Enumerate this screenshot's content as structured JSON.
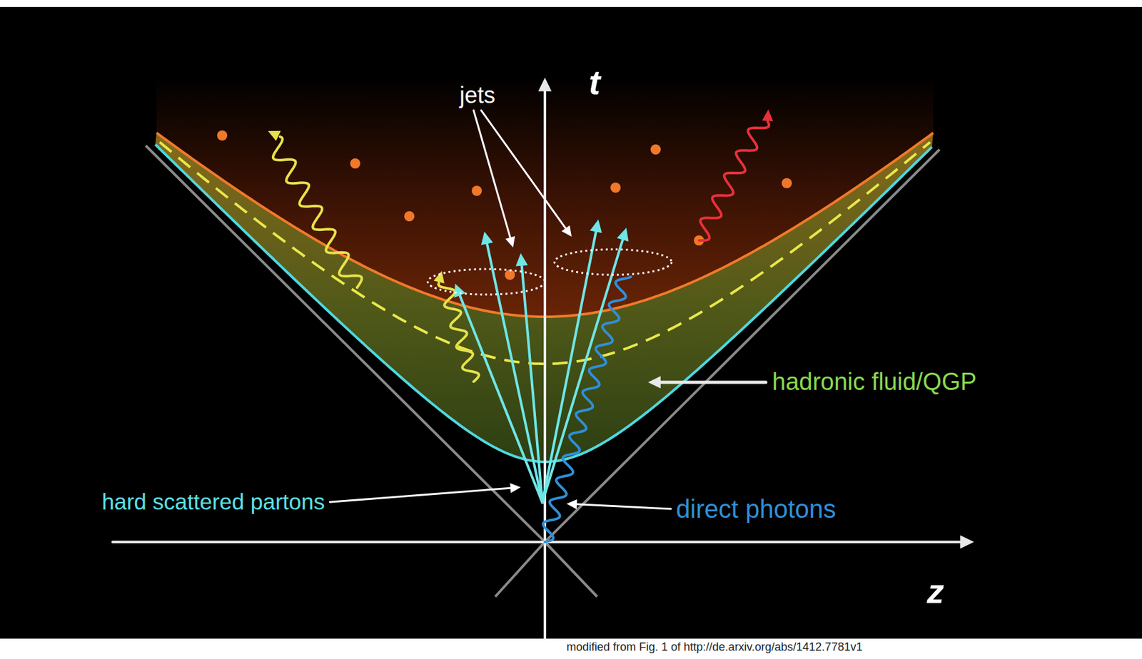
{
  "diagram": {
    "labels": [
      "jets",
      "t",
      "hadronic fluid/QGP",
      "hard scattered partons",
      "direct photons",
      "z",
      "modified from Fig. 1 of http://de.arxiv.org/abs/1412.7781v1"
    ]
  }
}
